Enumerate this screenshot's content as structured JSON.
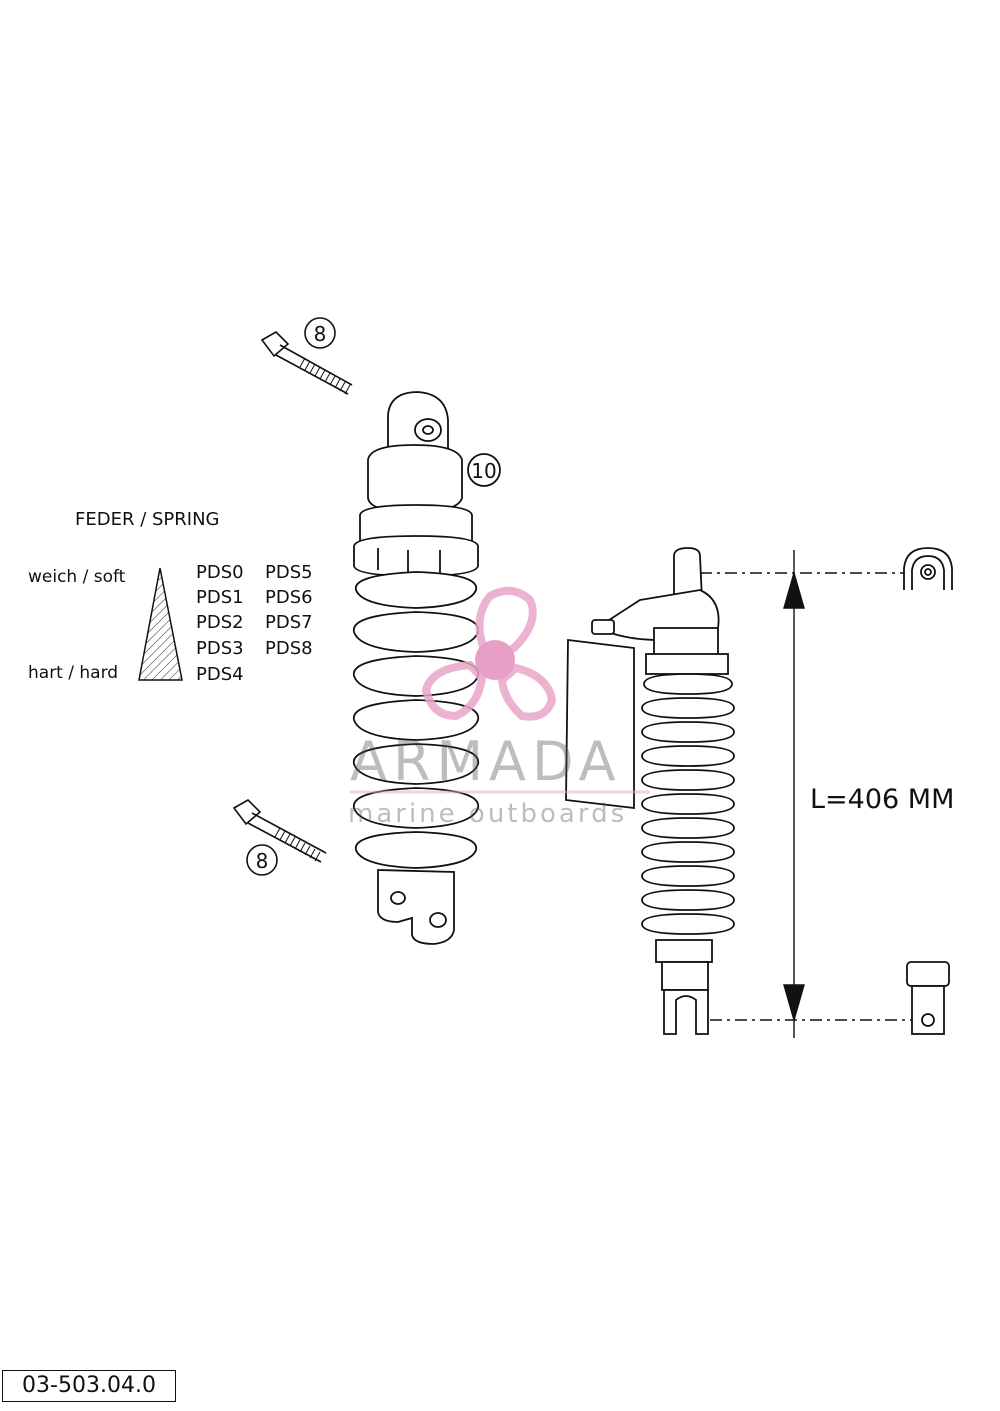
{
  "legend": {
    "title": "FEDER / SPRING",
    "soft_label": "weich / soft",
    "hard_label": "hart / hard",
    "springs_col1": [
      "PDS0",
      "PDS1",
      "PDS2",
      "PDS3",
      "PDS4"
    ],
    "springs_col2": [
      "PDS5",
      "PDS6",
      "PDS7",
      "PDS8"
    ]
  },
  "callouts": {
    "bolt_top": "8",
    "bolt_bottom": "8",
    "shock_absorber": "10"
  },
  "dimension": {
    "length_label": "L=406 MM"
  },
  "part_code": "03-503.04.0",
  "watermark": {
    "brand": "ARMADA",
    "tagline": "marine outboards",
    "logo_color": "#e8a6c8",
    "logo_hub_color": "#e38fbd"
  }
}
